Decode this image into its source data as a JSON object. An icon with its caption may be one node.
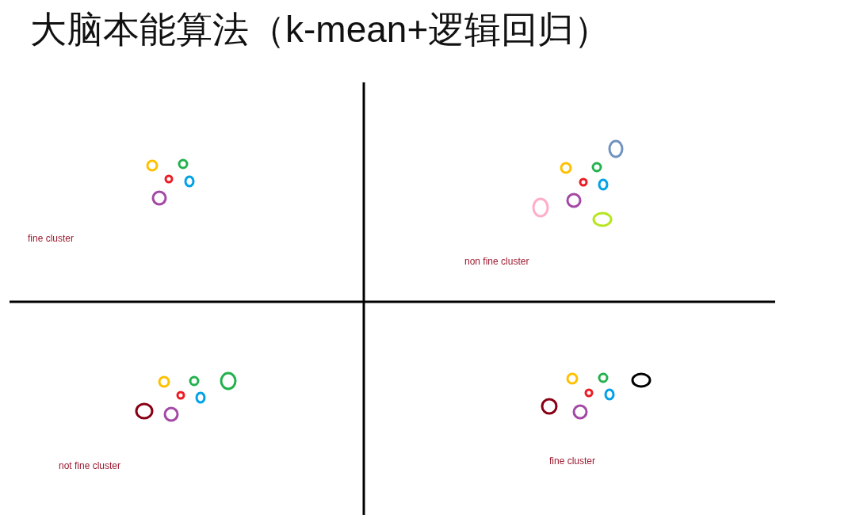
{
  "diagram": {
    "title": "大脑本能算法（k-mean+逻辑回归）",
    "labels": [
      "fine cluster",
      "non fine cluster",
      "not fine cluster",
      "fine cluster"
    ]
  }
}
